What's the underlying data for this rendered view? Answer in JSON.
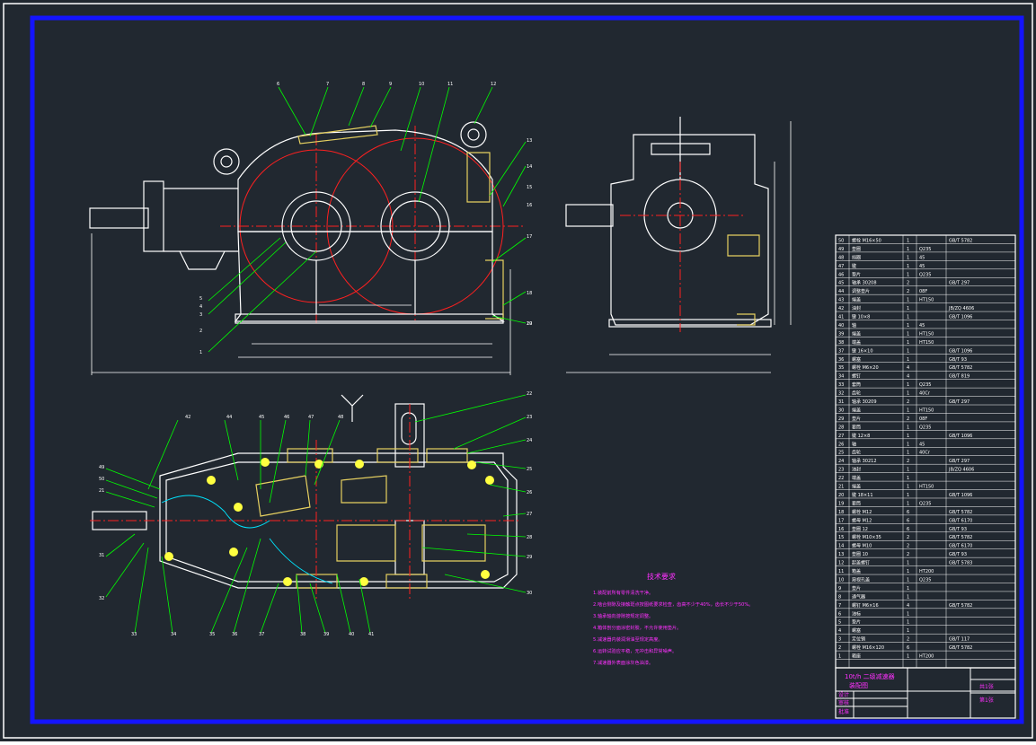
{
  "colors": {
    "background": "#212830",
    "outer_frame": "#ffffff",
    "inner_frame": "#1414ff",
    "line": "#ffffff",
    "centerline": "#ff2020",
    "leader": "#00ff00",
    "hatch": "#e6d060",
    "dim": "#ffffff",
    "notes": "#ff30ff",
    "cyan": "#00e5ff",
    "yellow": "#ffff40"
  },
  "notes_title": "技术要求",
  "notes_lines": [
    "1.装配前所有零件清洗干净。",
    "2.啮合侧隙及接触斑点按图纸要求检查，齿高不少于40%，齿长不少于50%。",
    "3.轴承轴向游隙按规定调整。",
    "4.箱体剖分面涂密封胶，不允许使用垫片。",
    "5.减速器内装润滑油至规定高度。",
    "6.运转试验应平稳，无冲击和异常噪声。",
    "7.减速器外表面涂灰色油漆。"
  ],
  "title_block": {
    "project": "10t/h 二级减速器",
    "drawing_name": "装配图",
    "rows": [
      "设计",
      "审核",
      "批准"
    ],
    "right_labels": [
      "共1张",
      "第1张"
    ]
  },
  "leader_numbers_top": [
    "6",
    "7",
    "8",
    "9",
    "10",
    "11",
    "12",
    "13",
    "14",
    "15",
    "16",
    "17",
    "18",
    "19",
    "20"
  ],
  "leader_numbers_left": [
    "5",
    "4",
    "3",
    "2",
    "1"
  ],
  "leader_numbers_plan": [
    "42",
    "44",
    "45",
    "46",
    "47",
    "48",
    "49",
    "50",
    "21",
    "22",
    "23",
    "24",
    "25",
    "26",
    "27",
    "28",
    "29",
    "30",
    "31",
    "32",
    "33",
    "34",
    "35",
    "36",
    "37",
    "38",
    "39",
    "40",
    "41"
  ],
  "bom_rows": [
    {
      "no": "50",
      "name": "螺栓 M16×50",
      "qty": "1",
      "mat": "",
      "std": "GB/T 5782"
    },
    {
      "no": "49",
      "name": "垫圈",
      "qty": "1",
      "mat": "Q235",
      "std": ""
    },
    {
      "no": "48",
      "name": "挡圈",
      "qty": "1",
      "mat": "45",
      "std": ""
    },
    {
      "no": "47",
      "name": "键",
      "qty": "1",
      "mat": "45",
      "std": ""
    },
    {
      "no": "46",
      "name": "垫片",
      "qty": "1",
      "mat": "Q235",
      "std": ""
    },
    {
      "no": "45",
      "name": "轴承 30208",
      "qty": "2",
      "mat": "",
      "std": "GB/T 297"
    },
    {
      "no": "44",
      "name": "调整垫片",
      "qty": "2",
      "mat": "08F",
      "std": ""
    },
    {
      "no": "43",
      "name": "端盖",
      "qty": "1",
      "mat": "HT150",
      "std": ""
    },
    {
      "no": "42",
      "name": "油封",
      "qty": "1",
      "mat": "",
      "std": "JB/ZQ 4606"
    },
    {
      "no": "41",
      "name": "键 10×8",
      "qty": "1",
      "mat": "",
      "std": "GB/T 1096"
    },
    {
      "no": "40",
      "name": "轴",
      "qty": "1",
      "mat": "45",
      "std": ""
    },
    {
      "no": "39",
      "name": "端盖",
      "qty": "1",
      "mat": "HT150",
      "std": ""
    },
    {
      "no": "38",
      "name": "端盖",
      "qty": "1",
      "mat": "HT150",
      "std": ""
    },
    {
      "no": "37",
      "name": "键 16×10",
      "qty": "1",
      "mat": "",
      "std": "GB/T 1096"
    },
    {
      "no": "36",
      "name": "螺塞",
      "qty": "1",
      "mat": "",
      "std": "GB/T 93"
    },
    {
      "no": "35",
      "name": "螺栓 M6×20",
      "qty": "4",
      "mat": "",
      "std": "GB/T 5782"
    },
    {
      "no": "34",
      "name": "螺钉",
      "qty": "4",
      "mat": "",
      "std": "GB/T 819"
    },
    {
      "no": "33",
      "name": "套筒",
      "qty": "1",
      "mat": "Q235",
      "std": ""
    },
    {
      "no": "32",
      "name": "齿轮",
      "qty": "1",
      "mat": "40Cr",
      "std": ""
    },
    {
      "no": "31",
      "name": "轴承 30209",
      "qty": "2",
      "mat": "",
      "std": "GB/T 297"
    },
    {
      "no": "30",
      "name": "端盖",
      "qty": "1",
      "mat": "HT150",
      "std": ""
    },
    {
      "no": "29",
      "name": "垫片",
      "qty": "2",
      "mat": "08F",
      "std": ""
    },
    {
      "no": "28",
      "name": "套筒",
      "qty": "1",
      "mat": "Q235",
      "std": ""
    },
    {
      "no": "27",
      "name": "键 12×8",
      "qty": "1",
      "mat": "",
      "std": "GB/T 1096"
    },
    {
      "no": "26",
      "name": "轴",
      "qty": "1",
      "mat": "45",
      "std": ""
    },
    {
      "no": "25",
      "name": "齿轮",
      "qty": "1",
      "mat": "40Cr",
      "std": ""
    },
    {
      "no": "24",
      "name": "轴承 30212",
      "qty": "2",
      "mat": "",
      "std": "GB/T 297"
    },
    {
      "no": "23",
      "name": "油封",
      "qty": "1",
      "mat": "",
      "std": "JB/ZQ 4606"
    },
    {
      "no": "22",
      "name": "端盖",
      "qty": "1",
      "mat": "",
      "std": ""
    },
    {
      "no": "21",
      "name": "端盖",
      "qty": "1",
      "mat": "HT150",
      "std": ""
    },
    {
      "no": "20",
      "name": "键 18×11",
      "qty": "1",
      "mat": "",
      "std": "GB/T 1096"
    },
    {
      "no": "19",
      "name": "套筒",
      "qty": "1",
      "mat": "Q235",
      "std": ""
    },
    {
      "no": "18",
      "name": "螺栓 M12",
      "qty": "6",
      "mat": "",
      "std": "GB/T 5782"
    },
    {
      "no": "17",
      "name": "螺母 M12",
      "qty": "6",
      "mat": "",
      "std": "GB/T 6170"
    },
    {
      "no": "16",
      "name": "垫圈 12",
      "qty": "6",
      "mat": "",
      "std": "GB/T 93"
    },
    {
      "no": "15",
      "name": "螺栓 M10×35",
      "qty": "2",
      "mat": "",
      "std": "GB/T 5782"
    },
    {
      "no": "14",
      "name": "螺母 M10",
      "qty": "2",
      "mat": "",
      "std": "GB/T 6170"
    },
    {
      "no": "13",
      "name": "垫圈 10",
      "qty": "2",
      "mat": "",
      "std": "GB/T 93"
    },
    {
      "no": "12",
      "name": "起盖螺钉",
      "qty": "1",
      "mat": "",
      "std": "GB/T 5783"
    },
    {
      "no": "11",
      "name": "箱盖",
      "qty": "1",
      "mat": "HT200",
      "std": ""
    },
    {
      "no": "10",
      "name": "窥视孔盖",
      "qty": "1",
      "mat": "Q235",
      "std": ""
    },
    {
      "no": "9",
      "name": "垫片",
      "qty": "1",
      "mat": "",
      "std": ""
    },
    {
      "no": "8",
      "name": "通气器",
      "qty": "1",
      "mat": "",
      "std": ""
    },
    {
      "no": "7",
      "name": "螺钉 M6×16",
      "qty": "4",
      "mat": "",
      "std": "GB/T 5782"
    },
    {
      "no": "6",
      "name": "油标",
      "qty": "1",
      "mat": "",
      "std": ""
    },
    {
      "no": "5",
      "name": "垫片",
      "qty": "1",
      "mat": "",
      "std": ""
    },
    {
      "no": "4",
      "name": "螺塞",
      "qty": "1",
      "mat": "",
      "std": ""
    },
    {
      "no": "3",
      "name": "定位销",
      "qty": "2",
      "mat": "",
      "std": "GB/T 117"
    },
    {
      "no": "2",
      "name": "螺栓 M16×120",
      "qty": "6",
      "mat": "",
      "std": "GB/T 5782"
    },
    {
      "no": "1",
      "name": "箱座",
      "qty": "1",
      "mat": "HT200",
      "std": ""
    }
  ]
}
